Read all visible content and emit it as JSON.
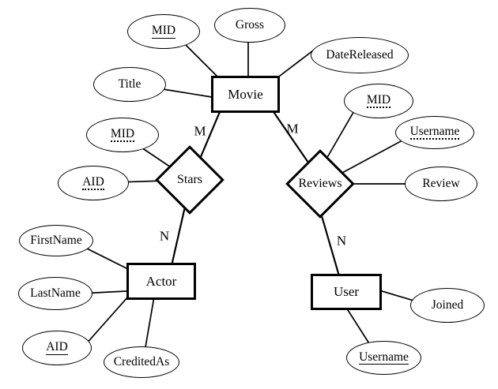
{
  "entities": [
    {
      "label": "Movie"
    },
    {
      "label": "Actor"
    },
    {
      "label": "User"
    }
  ],
  "relationships": [
    {
      "label": "Stars"
    },
    {
      "label": "Reviews"
    }
  ],
  "attributes": [
    {
      "label": "MID",
      "underline": "solid",
      "owner": "Movie"
    },
    {
      "label": "Gross",
      "underline": "none",
      "owner": "Movie"
    },
    {
      "label": "DateReleased",
      "underline": "none",
      "owner": "Movie"
    },
    {
      "label": "Title",
      "underline": "none",
      "owner": "Movie"
    },
    {
      "label": "MID",
      "underline": "dotted",
      "owner": "Stars"
    },
    {
      "label": "AID",
      "underline": "dotted",
      "owner": "Stars"
    },
    {
      "label": "MID",
      "underline": "dotted",
      "owner": "Reviews"
    },
    {
      "label": "Username",
      "underline": "dotted",
      "owner": "Reviews"
    },
    {
      "label": "Review",
      "underline": "none",
      "owner": "Reviews"
    },
    {
      "label": "FirstName",
      "underline": "none",
      "owner": "Actor"
    },
    {
      "label": "LastName",
      "underline": "none",
      "owner": "Actor"
    },
    {
      "label": "AID",
      "underline": "solid",
      "owner": "Actor"
    },
    {
      "label": "CreditedAs",
      "underline": "none",
      "owner": "Actor"
    },
    {
      "label": "Joined",
      "underline": "none",
      "owner": "User"
    },
    {
      "label": "Username",
      "underline": "solid",
      "owner": "User"
    }
  ],
  "cardinalities": [
    {
      "label": "M",
      "edge": "Movie-Stars"
    },
    {
      "label": "M",
      "edge": "Movie-Reviews"
    },
    {
      "label": "N",
      "edge": "Stars-Actor"
    },
    {
      "label": "N",
      "edge": "Reviews-User"
    }
  ]
}
